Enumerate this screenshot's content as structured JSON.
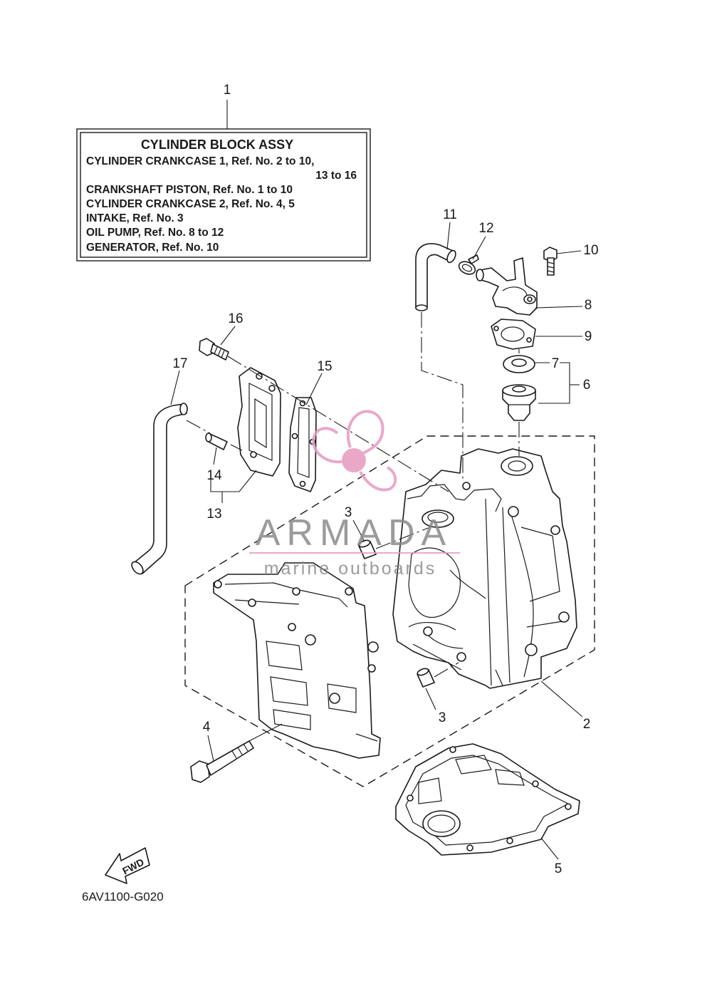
{
  "assy_box": {
    "title": "CYLINDER BLOCK ASSY",
    "lines": [
      "CYLINDER CRANKCASE 1,  Ref. No. 2 to 10,",
      "13  to  16",
      "CRANKSHAFT PISTON,  Ref. No. 1 to 10",
      "CYLINDER CRANKCASE 2,  Ref. No. 4, 5",
      "INTAKE,  Ref. No. 3",
      "OIL PUMP,  Ref. No. 8 to 12",
      "GENERATOR,  Ref. No. 10"
    ]
  },
  "callouts": {
    "c1": "1",
    "c2": "2",
    "c3a": "3",
    "c3b": "3",
    "c4": "4",
    "c5": "5",
    "c6": "6",
    "c7": "7",
    "c8": "8",
    "c9": "9",
    "c10": "10",
    "c11": "11",
    "c12": "12",
    "c13": "13",
    "c14": "14",
    "c15": "15",
    "c16": "16",
    "c17": "17"
  },
  "fwd_label": "FWD",
  "diagram_code": "6AV1100-G020",
  "watermark": {
    "brand": "ARMADA",
    "tagline": "marine outboards",
    "brand_color": "#e79ac0",
    "text_color": "#8a8a8a"
  }
}
